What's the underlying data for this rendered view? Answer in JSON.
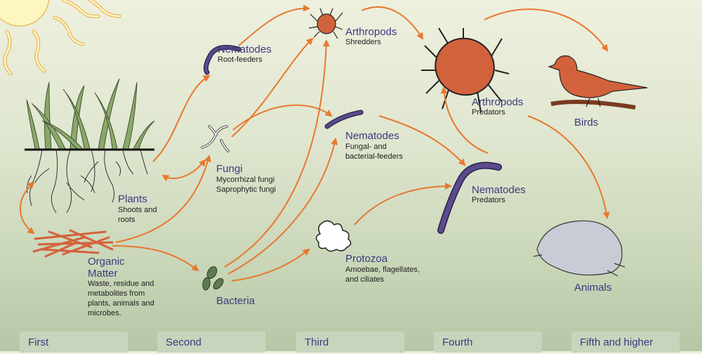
{
  "colors": {
    "arrow": "#e8782e",
    "label": "#3b3a7e",
    "organism": "#d2623c",
    "worm": "#5b4a8c"
  },
  "nodes": {
    "plants": {
      "label": "Plants",
      "sub": "Shoots and\nroots"
    },
    "organic": {
      "label": "Organic\nMatter",
      "sub": "Waste, residue and\nmetabolites from\nplants, animals and\nmicrobes."
    },
    "nem_root": {
      "label": "Nematodes",
      "sub": "Root-feeders"
    },
    "fungi": {
      "label": "Fungi",
      "sub": "Mycorrhizal fungi\nSaprophytic fungi"
    },
    "bacteria": {
      "label": "Bacteria"
    },
    "arth_shred": {
      "label": "Arthropods",
      "sub": "Shredders"
    },
    "nem_fungal": {
      "label": "Nematodes",
      "sub": "Fungal- and\nbacterial-feeders"
    },
    "protozoa": {
      "label": "Protozoa",
      "sub": "Amoebae, flagellates,\nand ciliates"
    },
    "arth_pred": {
      "label": "Arthropods",
      "sub": "Predators"
    },
    "nem_pred": {
      "label": "Nematodes",
      "sub": "Predators"
    },
    "birds": {
      "label": "Birds"
    },
    "animals": {
      "label": "Animals"
    }
  },
  "levels": [
    "First",
    "Second",
    "Third",
    "Fourth",
    "Fifth and higher"
  ]
}
